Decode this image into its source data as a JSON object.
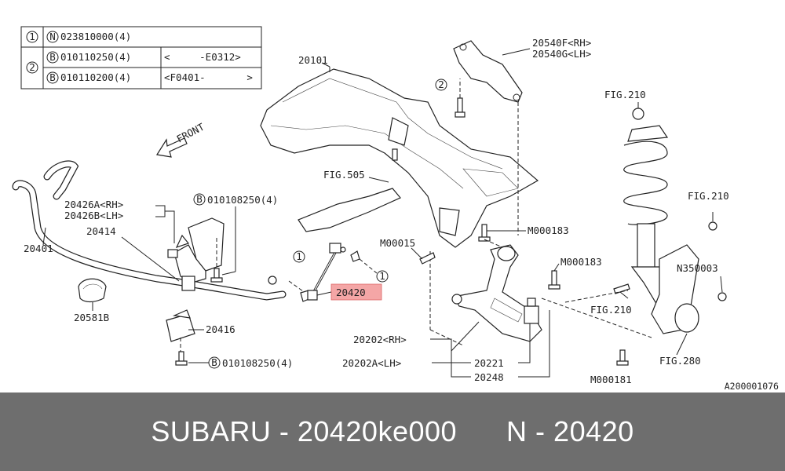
{
  "table": {
    "rows": [
      {
        "index": "1",
        "code": "N",
        "part": "023810000(4)",
        "range": ""
      },
      {
        "index": "2",
        "code": "B",
        "part": "010110250(4)",
        "range": "<     -E0312>"
      },
      {
        "index": "",
        "code": "B",
        "part": "010110200(4)",
        "range": "<F0401-       >"
      }
    ]
  },
  "front_label": "FRONT",
  "labels": {
    "l20101": "20101",
    "l20540": "20540F<RH>",
    "l20540g": "20540G<LH>",
    "fig210a": "FIG.210",
    "fig210b": "FIG.210",
    "fig210c": "FIG.210",
    "fig505": "FIG.505",
    "l20426a": "20426A<RH>",
    "l20426b": "20426B<LH>",
    "b010108250a": "010108250(4)",
    "l20414": "20414",
    "l20401": "20401",
    "m00015": "M00015",
    "m000183a": "M000183",
    "m000183b": "M000183",
    "n350003": "N350003",
    "l20420": "20420",
    "l20581b": "20581B",
    "l20416": "20416",
    "b010108250b": "010108250(4)",
    "l20202": "20202<RH>",
    "l20202a": "20202A<LH>",
    "l20221": "20221",
    "l20248": "20248",
    "m000181": "M000181",
    "fig280": "FIG.280",
    "ref": "A200001076",
    "c1a": "1",
    "c1b": "1",
    "c2": "2",
    "cb1": "B",
    "cb2": "B"
  },
  "highlight_color": "#f4a6a6",
  "footer": {
    "text": "SUBARU - 20420ke000      N - 20420"
  }
}
